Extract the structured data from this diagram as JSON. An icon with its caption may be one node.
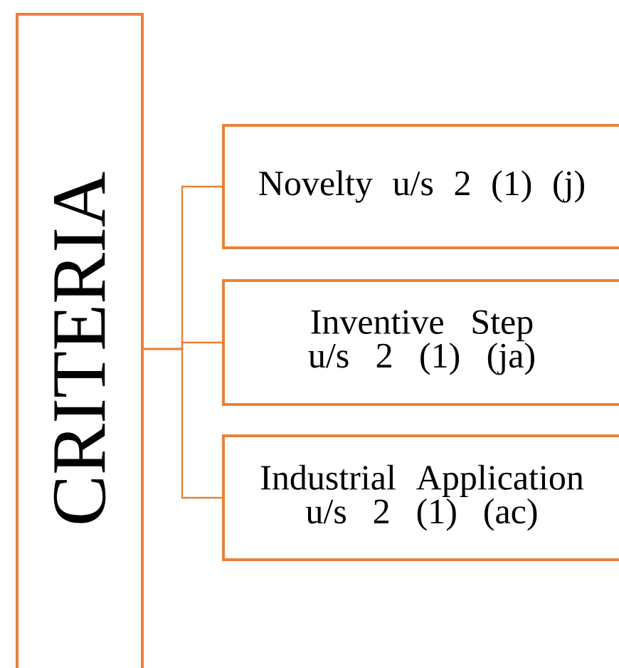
{
  "diagram": {
    "nodes": [
      {
        "text": [
          "CRITERIA"
        ]
      },
      {
        "text": [
          "Novelty u/s 2 (1) (j)"
        ]
      },
      {
        "text": [
          "Inventive Step u/s 2 (1) (ja)"
        ]
      },
      {
        "text": [
          "Industrial Application u/s 2 (1) (ac)"
        ]
      }
    ],
    "edges": [
      {
        "from": 0,
        "to": 1,
        "arrow": "none"
      },
      {
        "from": 0,
        "to": 2,
        "arrow": "none"
      },
      {
        "from": 0,
        "to": 3,
        "arrow": "none"
      }
    ]
  }
}
